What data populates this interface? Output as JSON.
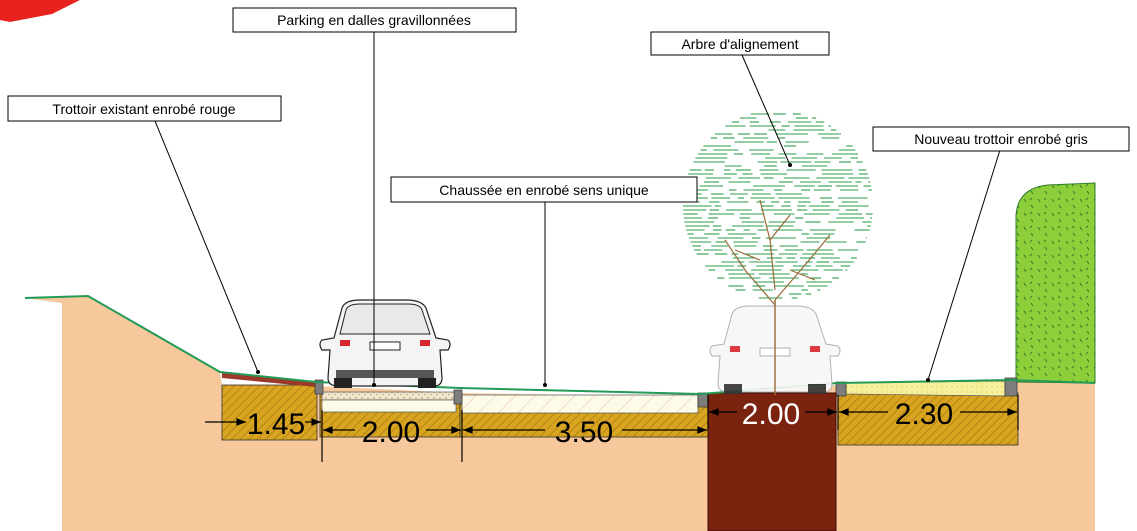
{
  "labels": {
    "parking": "Parking en dalles gravillonnées",
    "tree": "Arbre d'alignement",
    "existing_sidewalk": "Trottoir existant enrobé rouge",
    "new_sidewalk": "Nouveau trottoir enrobé gris",
    "roadway": "Chaussée en enrobé sens unique"
  },
  "dimensions": {
    "d1": "1.45",
    "d2": "2.00",
    "d3": "3.50",
    "d4": "2.00",
    "d5": "2.30"
  },
  "colors": {
    "soil": "#f7c89b",
    "ground_line": "#239b56",
    "tree_pit": "#7a2410",
    "layer": "#d9a521",
    "hedge": "#8ccf3a",
    "arrow": "#e8231f",
    "foliage": "#2e9e4a",
    "kerb": "#7d7d7d"
  },
  "icons": {
    "car": "car-rear-icon",
    "tree": "tree-icon",
    "arrow": "red-arrow-icon"
  }
}
